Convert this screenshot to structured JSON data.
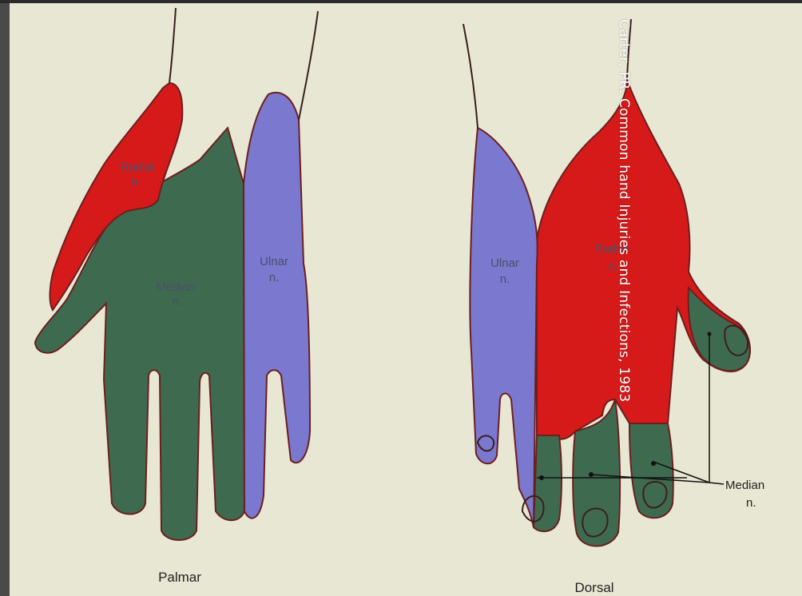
{
  "figure": {
    "palmar": {
      "caption": "Palmar",
      "zones": {
        "radial": [
          "Radial",
          "n."
        ],
        "median": [
          "Median",
          "n."
        ],
        "ulnar": [
          "Ulnar",
          "n."
        ]
      }
    },
    "dorsal": {
      "caption": "Dorsal",
      "zones": {
        "ulnar": [
          "Ulnar",
          "n."
        ],
        "radial": [
          "Radial",
          "n."
        ]
      },
      "leader_label": [
        "Median",
        "n."
      ]
    },
    "citation": "Carter, PR. Common hand Injuries and Infections, 1983"
  },
  "colors": {
    "radial": "#d61a1a",
    "median": "#3e6b4f",
    "ulnar": "#7b78cf",
    "paper": "#e8e7d3",
    "outline": "#6b1f1f"
  }
}
